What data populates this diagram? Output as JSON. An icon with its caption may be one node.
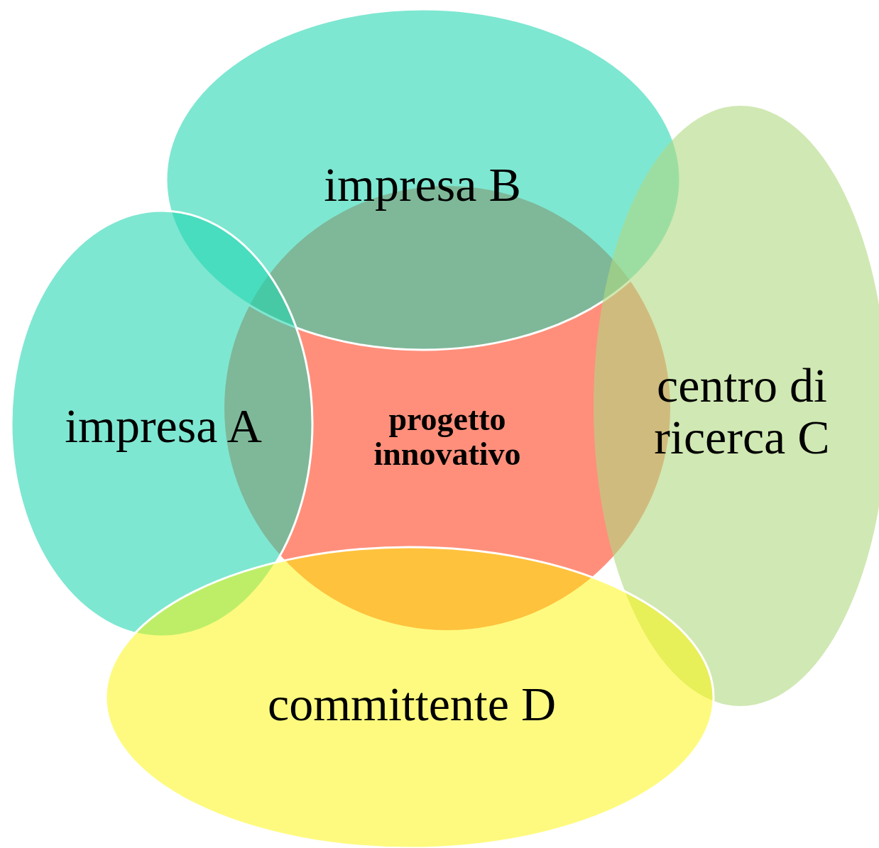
{
  "diagram": {
    "nodes": [
      {
        "text": [
          "progetto innovativo"
        ]
      },
      {
        "text": [
          "impresa B"
        ]
      },
      {
        "text": [
          "impresa A"
        ]
      },
      {
        "text": [
          "centro di ricerca C"
        ]
      },
      {
        "text": [
          "committente D"
        ]
      }
    ]
  }
}
